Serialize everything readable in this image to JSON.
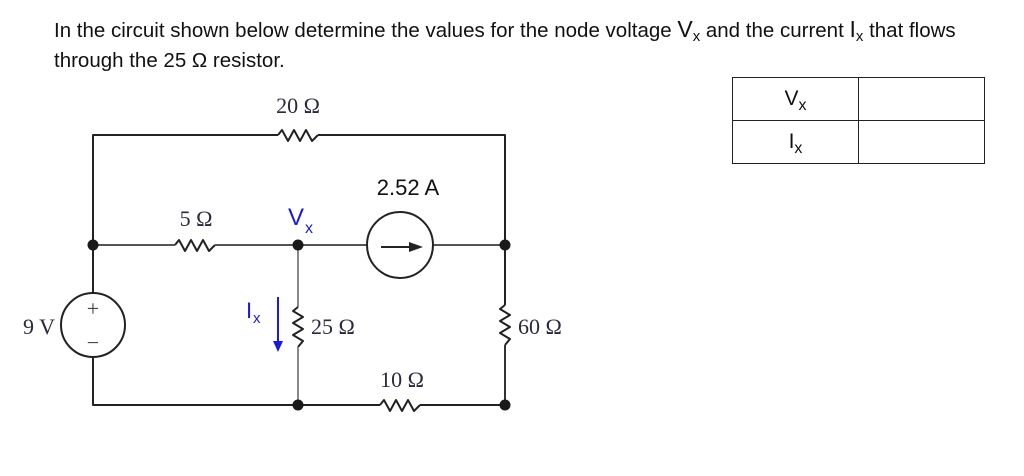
{
  "question": {
    "part1": "In the circuit shown below determine the values for the node voltage ",
    "var1_main": "V",
    "var1_sub": "x",
    "part2": " and the current ",
    "var2_main": "I",
    "var2_sub": "x",
    "part3": " that flows through the 25 Ω resistor."
  },
  "answer_table": {
    "rows": [
      {
        "label_main": "V",
        "label_sub": "x",
        "value": ""
      },
      {
        "label_main": "I",
        "label_sub": "x",
        "value": ""
      }
    ]
  },
  "circuit": {
    "voltage_source": {
      "label": "9 V",
      "plus": "+",
      "minus": "−"
    },
    "current_source": {
      "label": "2.52 A",
      "direction": "right"
    },
    "resistors": {
      "r20": "20 Ω",
      "r5": "5 Ω",
      "r25": "25 Ω",
      "r60": "60 Ω",
      "r10": "10 Ω"
    },
    "node_label": {
      "main": "V",
      "sub": "x"
    },
    "current_label": {
      "main": "I",
      "sub": "x",
      "direction": "down"
    },
    "colors": {
      "wire": "#333333",
      "annotation": "#1a1adb",
      "component_label": "#2a2a3a"
    }
  }
}
